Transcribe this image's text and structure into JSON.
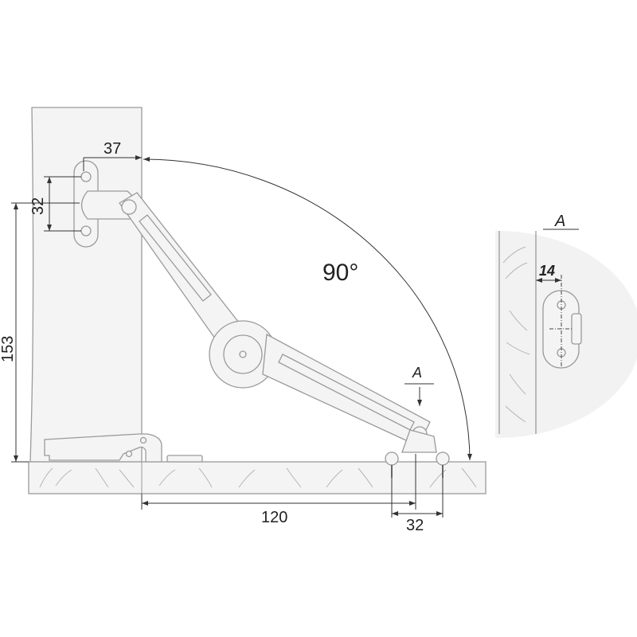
{
  "dimensions": {
    "top_offset": "37",
    "top_hole_spacing": "32",
    "height": "153",
    "angle": "90°",
    "base_length": "120",
    "base_hole_spacing": "32",
    "view_marker": "A"
  },
  "detail_view": {
    "title": "A",
    "edge_offset": "14"
  },
  "colors": {
    "part_fill": "#f4f4f4",
    "part_stroke": "#9a9a9a",
    "dimension": "#333333"
  }
}
